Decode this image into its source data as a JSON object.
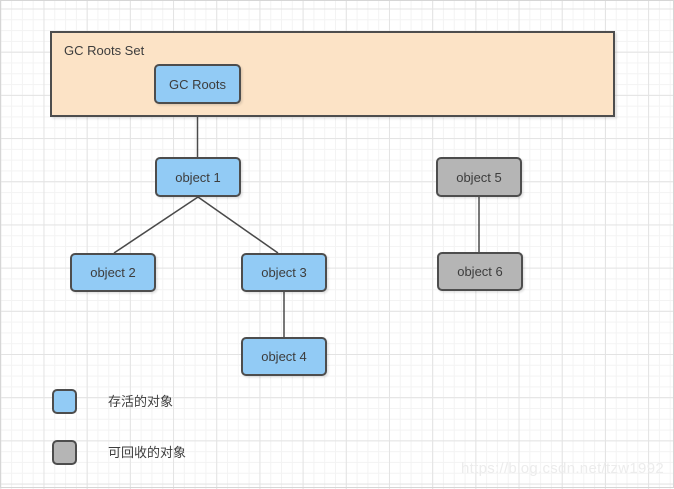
{
  "canvas": {
    "background": "#ffffff",
    "grid_minor_color": "#f3f3f3",
    "grid_major_color": "#e3e3e3"
  },
  "colors": {
    "alive_fill": "#92cbf5",
    "recyclable_fill": "#b5b5b5",
    "container_fill": "#fce3c6",
    "border": "#4d4d4d",
    "text": "#3d3d3d",
    "watermark": "#ececec"
  },
  "container": {
    "label": "GC Roots Set"
  },
  "nodes": [
    {
      "id": "gc-roots",
      "label": "GC Roots",
      "type": "alive"
    },
    {
      "id": "object-1",
      "label": "object 1",
      "type": "alive"
    },
    {
      "id": "object-2",
      "label": "object 2",
      "type": "alive"
    },
    {
      "id": "object-3",
      "label": "object 3",
      "type": "alive"
    },
    {
      "id": "object-4",
      "label": "object 4",
      "type": "alive"
    },
    {
      "id": "object-5",
      "label": "object 5",
      "type": "recyclable"
    },
    {
      "id": "object-6",
      "label": "object 6",
      "type": "recyclable"
    }
  ],
  "edges": [
    {
      "from": "gc-roots",
      "to": "object-1"
    },
    {
      "from": "object-1",
      "to": "object-2"
    },
    {
      "from": "object-1",
      "to": "object-3"
    },
    {
      "from": "object-3",
      "to": "object-4"
    },
    {
      "from": "object-5",
      "to": "object-6"
    }
  ],
  "legend": [
    {
      "swatch": "alive",
      "label": "存活的对象"
    },
    {
      "swatch": "recyclable",
      "label": "可回收的对象"
    }
  ],
  "watermark": "https://blog.csdn.net/tzw1992"
}
